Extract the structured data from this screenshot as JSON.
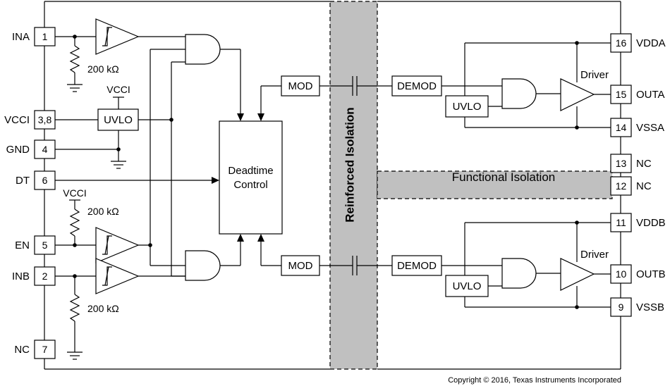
{
  "pins_left": [
    {
      "name": "INA",
      "num": "1"
    },
    {
      "name": "VCCI",
      "num": "3,8"
    },
    {
      "name": "GND",
      "num": "4"
    },
    {
      "name": "DT",
      "num": "6"
    },
    {
      "name": "EN",
      "num": "5"
    },
    {
      "name": "INB",
      "num": "2"
    },
    {
      "name": "NC",
      "num": "7"
    }
  ],
  "pins_right": [
    {
      "name": "VDDA",
      "num": "16"
    },
    {
      "name": "OUTA",
      "num": "15"
    },
    {
      "name": "VSSA",
      "num": "14"
    },
    {
      "name": "NC",
      "num": "13"
    },
    {
      "name": "NC",
      "num": "12"
    },
    {
      "name": "VDDB",
      "num": "11"
    },
    {
      "name": "OUTB",
      "num": "10"
    },
    {
      "name": "VSSB",
      "num": "9"
    }
  ],
  "blocks": {
    "uvlo": "UVLO",
    "vcci_label_top": "VCCI",
    "vcci_label_en": "VCCI",
    "resistor_ina": "200 kΩ",
    "resistor_en": "200 kΩ",
    "resistor_inb": "200 kΩ",
    "deadtime_line1": "Deadtime",
    "deadtime_line2": "Control",
    "mod_top": "MOD",
    "mod_bottom": "MOD",
    "demod_top": "DEMOD",
    "demod_bottom": "DEMOD",
    "uvlo_a": "UVLO",
    "uvlo_b": "UVLO",
    "driver_a": "Driver",
    "driver_b": "Driver"
  },
  "isolation": {
    "reinforced": "Reinforced Isolation",
    "functional": "Functional Isolation",
    "fill_color": "#c0c0c0"
  },
  "copyright": "Copyright © 2016, Texas Instruments Incorporated"
}
